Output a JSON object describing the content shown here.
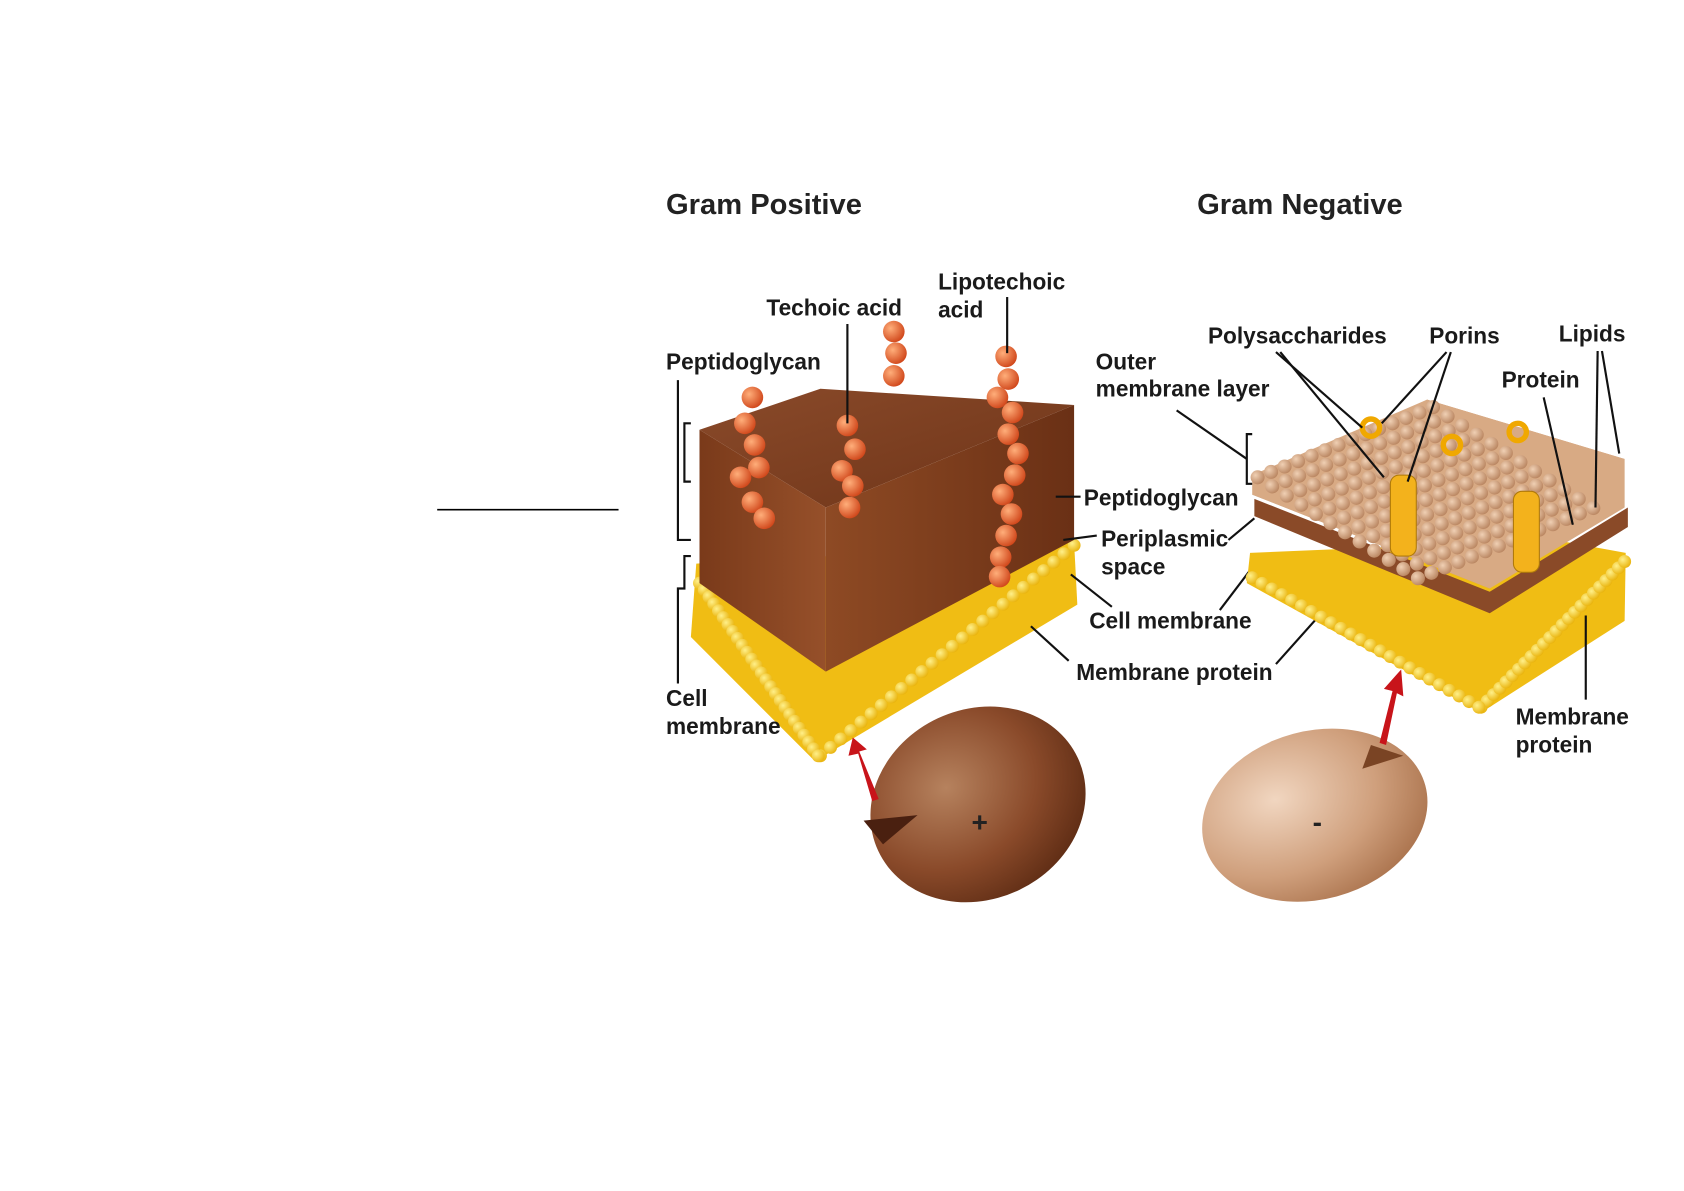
{
  "titles": {
    "gram_positive": "Gram Positive",
    "gram_negative": "Gram Negative"
  },
  "positive_labels": {
    "techoic_acid": "Techoic acid",
    "lipotechoic_1": "Lipotechoic",
    "lipotechoic_2": "acid",
    "peptidoglycan_left": "Peptidoglycan",
    "cell_membrane_1": "Cell",
    "cell_membrane_2": "membrane",
    "cell_sign": "+"
  },
  "shared_labels": {
    "peptidoglycan": "Peptidoglycan",
    "periplasmic_1": "Periplasmic",
    "periplasmic_2": "space",
    "cell_membrane": "Cell membrane",
    "membrane_protein": "Membrane protein"
  },
  "negative_labels": {
    "outer_1": "Outer",
    "outer_2": "membrane layer",
    "polysaccharides": "Polysaccharides",
    "porins": "Porins",
    "lipids": "Lipids",
    "protein": "Protein",
    "membrane_protein_1": "Membrane",
    "membrane_protein_2": "protein",
    "cell_sign": "-"
  },
  "colors": {
    "wall": "#7a3a1c",
    "bead": "#e0541f",
    "membrane": "#f2c21a",
    "outer": "#c9946a"
  }
}
